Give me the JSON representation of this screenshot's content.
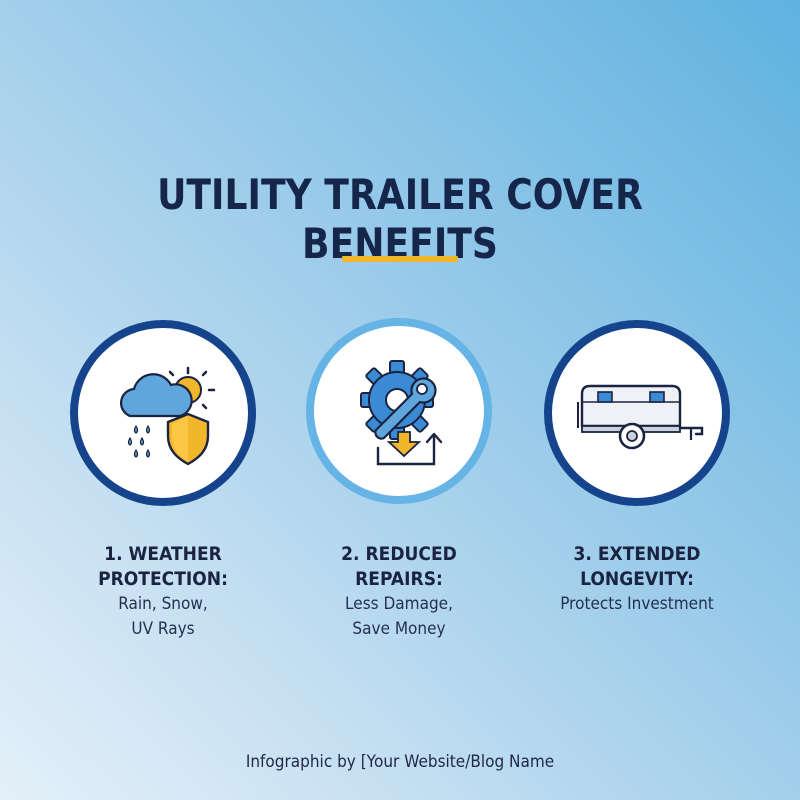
{
  "title": "UTILITY TRAILER COVER BENEFITS",
  "colors": {
    "dark_navy": "#15448c",
    "light_blue": "#66b3e6",
    "accent_yellow": "#f2b62a",
    "text_dark": "#16254a"
  },
  "benefits": [
    {
      "icon": "weather-shield-icon",
      "heading_line1": "1. WEATHER",
      "heading_line2": "PROTECTION:",
      "desc_line1": "Rain, Snow,",
      "desc_line2": "UV Rays"
    },
    {
      "icon": "gear-wrench-icon",
      "heading_line1": "2. REDUCED",
      "heading_line2": "REPAIRS:",
      "desc_line1": "Less Damage,",
      "desc_line2": "Save Money"
    },
    {
      "icon": "trailer-icon",
      "heading_line1": "3. EXTENDED",
      "heading_line2": "LONGEVITY:",
      "desc_line1": "Protects Investment",
      "desc_line2": ""
    }
  ],
  "footer": "Infographic by [Your Website/Blog Name"
}
